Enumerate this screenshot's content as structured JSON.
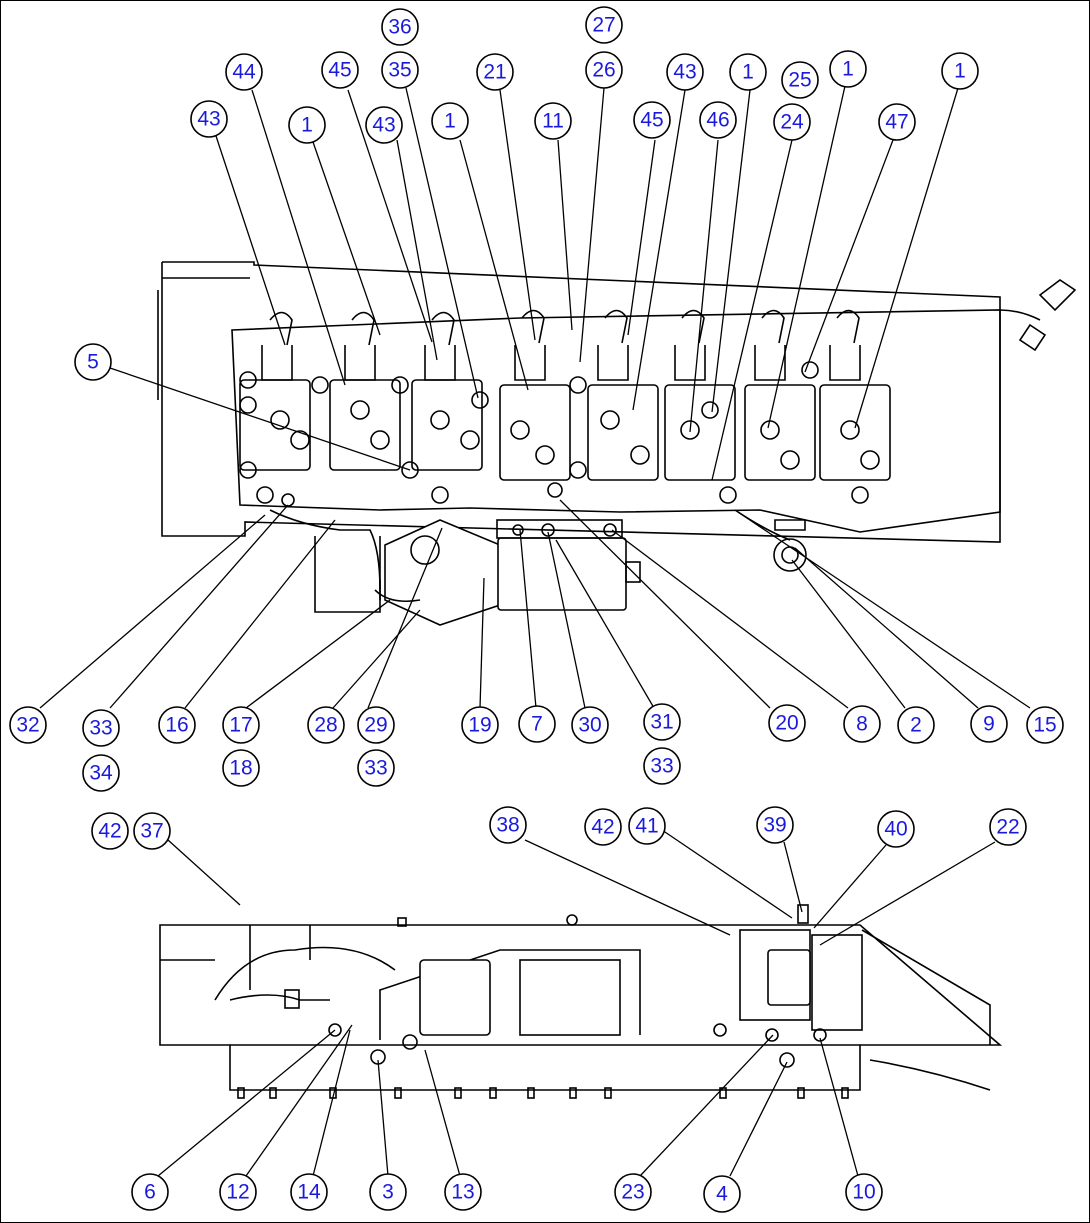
{
  "callouts": {
    "c36": "36",
    "c27": "27",
    "c44": "44",
    "c45a": "45",
    "c35": "35",
    "c21": "21",
    "c26": "26",
    "c43a": "43",
    "c1a": "1",
    "c25": "25",
    "c1b": "1",
    "c1c": "1",
    "c43b": "43",
    "c1d": "1",
    "c43c": "43",
    "c1e": "1",
    "c11": "11",
    "c45b": "45",
    "c46": "46",
    "c24": "24",
    "c47": "47",
    "c5": "5",
    "c32": "32",
    "c33a": "33",
    "c34": "34",
    "c16": "16",
    "c17": "17",
    "c18": "18",
    "c28": "28",
    "c29": "29",
    "c33b": "33",
    "c19": "19",
    "c7": "7",
    "c30": "30",
    "c31": "31",
    "c33c": "33",
    "c20": "20",
    "c8": "8",
    "c2": "2",
    "c9": "9",
    "c15": "15",
    "c42a": "42",
    "c37": "37",
    "c38": "38",
    "c42b": "42",
    "c41": "41",
    "c39": "39",
    "c40": "40",
    "c22": "22",
    "c6": "6",
    "c12": "12",
    "c14": "14",
    "c3": "3",
    "c13": "13",
    "c23": "23",
    "c4": "4",
    "c10": "10"
  },
  "colors": {
    "callout_text": "#1a1adc",
    "line": "#000000"
  }
}
